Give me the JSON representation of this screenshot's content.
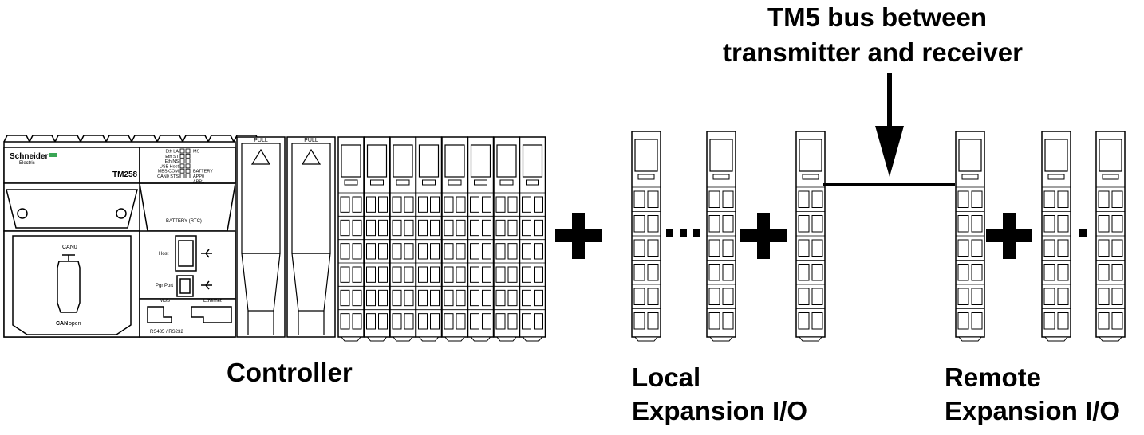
{
  "annotation": {
    "line1": "TM5 bus between",
    "line2": "transmitter and receiver"
  },
  "labels": {
    "controller": "Controller",
    "local_line1": "Local",
    "local_line2": "Expansion I/O",
    "remote_line1": "Remote",
    "remote_line2": "Expansion I/O"
  },
  "controller_unit": {
    "brand_line1": "Schneider",
    "brand_line2": "Electric",
    "model": "TM258",
    "led_labels_left": [
      "Eth LA",
      "Eth ST",
      "Eth NS",
      "USB Host",
      "MBS COM",
      "CAN0 STS"
    ],
    "led_labels_right": [
      "MS",
      "BATTERY",
      "APP0",
      "APP1"
    ],
    "battery_label": "BATTERY (RTC)",
    "host_label": "Host",
    "pgr_port_label": "Pgr Port",
    "mbs_label": "MBS",
    "ethernet_label": "Ethernet",
    "rs_label": "RS485 / RS232",
    "can_port_label": "CAN0",
    "canopen_logo_bold": "CAN",
    "canopen_logo_text": "open",
    "pull_label": "PULL"
  },
  "separators": {
    "plus": "+",
    "ellipsis": "···",
    "single_dot": "·"
  }
}
